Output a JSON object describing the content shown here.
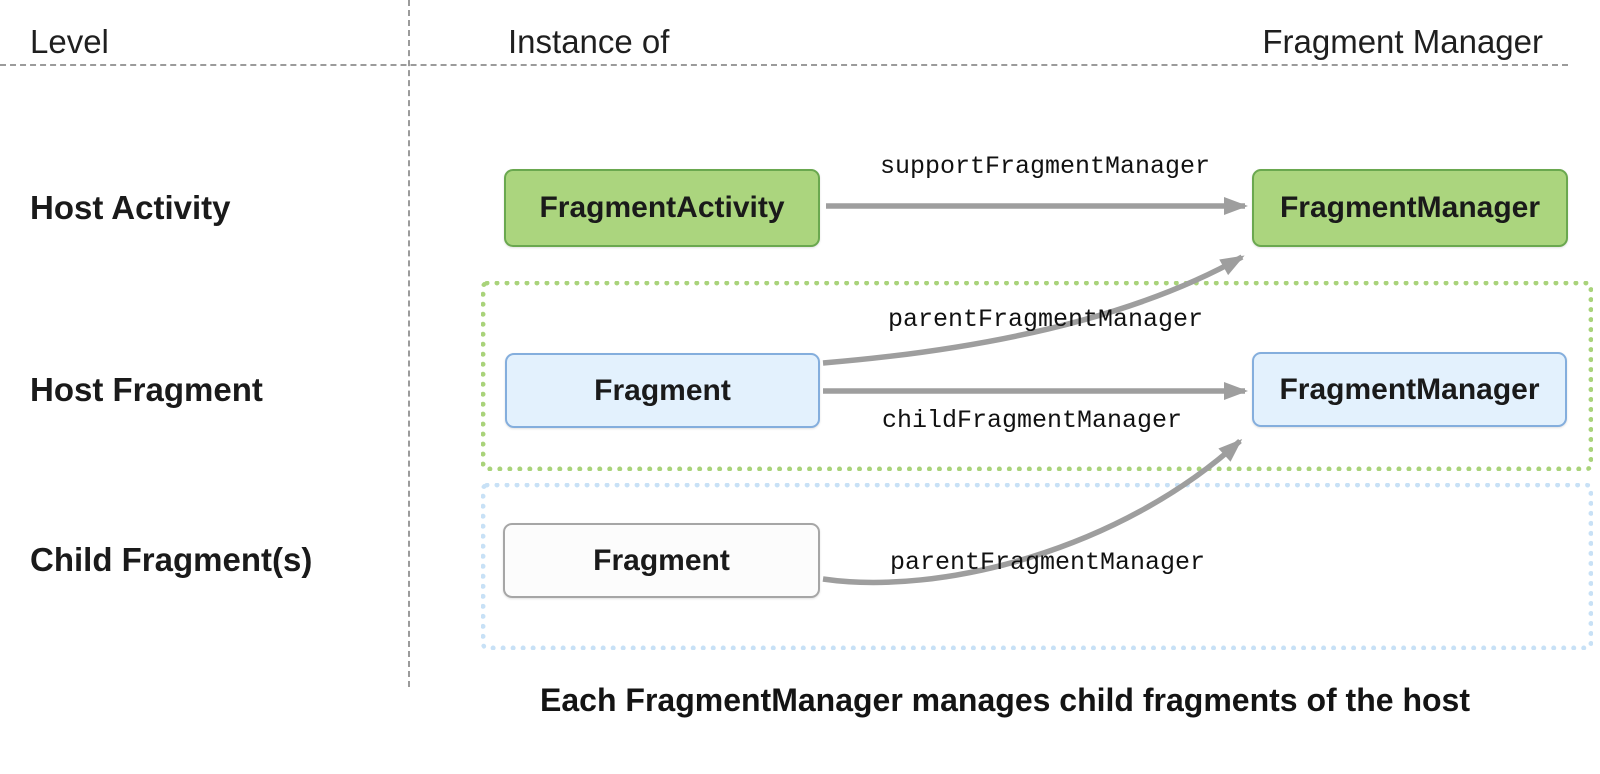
{
  "column_headers": {
    "level": "Level",
    "instance_of": "Instance of",
    "fragment_manager": "Fragment Manager"
  },
  "rows": [
    {
      "label": "Host Activity"
    },
    {
      "label": "Host Fragment"
    },
    {
      "label": "Child Fragment(s)"
    }
  ],
  "nodes": {
    "fragment_activity": {
      "label": "FragmentActivity"
    },
    "activity_fragment_manager": {
      "label": "FragmentManager"
    },
    "host_fragment": {
      "label": "Fragment"
    },
    "host_fragment_manager": {
      "label": "FragmentManager"
    },
    "child_fragment": {
      "label": "Fragment"
    }
  },
  "edges": [
    {
      "label": "supportFragmentManager",
      "from": "fragment_activity",
      "to": "activity_fragment_manager"
    },
    {
      "label": "parentFragmentManager",
      "from": "host_fragment",
      "to": "activity_fragment_manager"
    },
    {
      "label": "childFragmentManager",
      "from": "host_fragment",
      "to": "host_fragment_manager"
    },
    {
      "label": "parentFragmentManager",
      "from": "child_fragment",
      "to": "host_fragment_manager"
    }
  ],
  "caption": "Each FragmentManager manages child fragments of the host",
  "colors": {
    "green_fill": "#abd57e",
    "green_border": "#6aa84f",
    "green_dotted": "#a9d37a",
    "blue_fill": "#e3f1fd",
    "blue_border": "#84aedd",
    "blue_dotted": "#c8e1f6",
    "white_fill": "#fcfcfc",
    "gray_border": "#a6a6a6",
    "arrow_gray": "#9e9e9e",
    "dash_gray": "#9b9b9b",
    "text": "#1a1a1a"
  }
}
